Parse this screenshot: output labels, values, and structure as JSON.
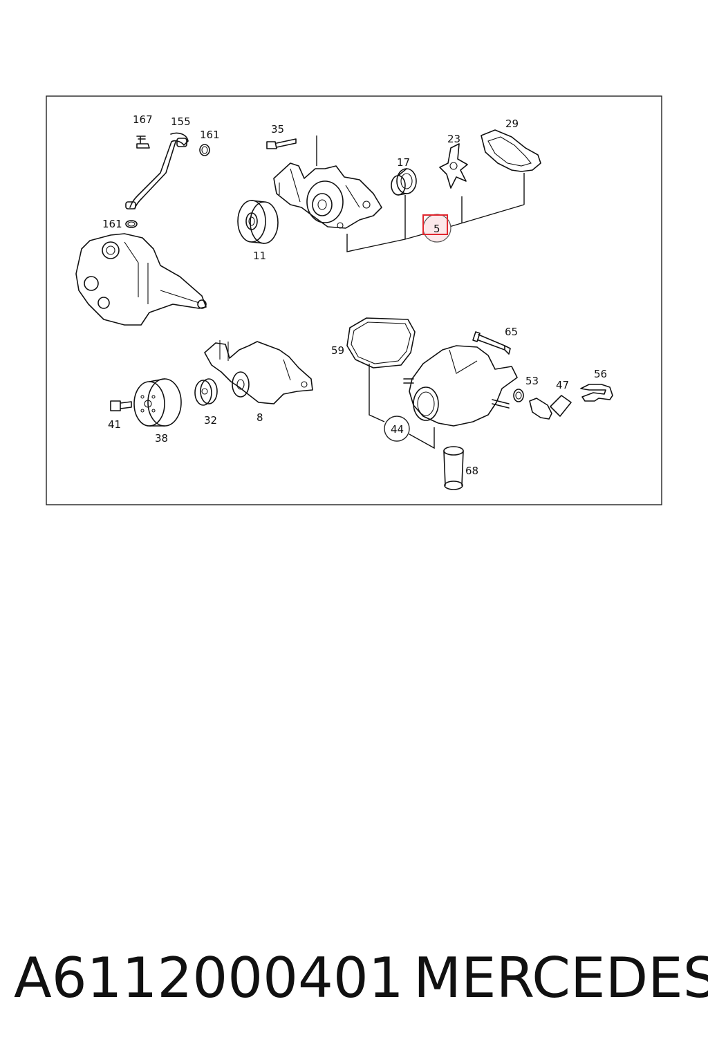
{
  "diagram": {
    "labels": {
      "p167": "167",
      "p155": "155",
      "p161a": "161",
      "p161b": "161",
      "p35": "35",
      "p17": "17",
      "p23": "23",
      "p29": "29",
      "p11": "11",
      "p5": "5",
      "p59": "59",
      "p65": "65",
      "p53": "53",
      "p47": "47",
      "p56": "56",
      "p44": "44",
      "p68": "68",
      "p41": "41",
      "p38": "38",
      "p32": "32",
      "p8": "8"
    },
    "highlighted_part": "5",
    "highlight_color": "#e0262e"
  },
  "caption": {
    "part_number": "A6112000401",
    "brand": "MERCEDES"
  }
}
